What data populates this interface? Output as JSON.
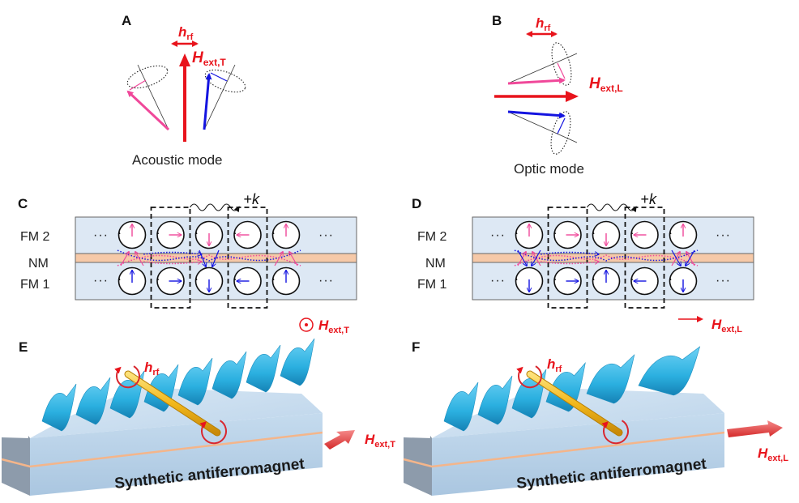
{
  "panels": {
    "A": {
      "label": "A",
      "caption": "Acoustic mode",
      "hrf": {
        "main": "h",
        "sub": "rf"
      },
      "field": {
        "main": "H",
        "sub": "ext,T"
      }
    },
    "B": {
      "label": "B",
      "caption": "Optic mode",
      "hrf": {
        "main": "h",
        "sub": "rf"
      },
      "field": {
        "main": "H",
        "sub": "ext,L"
      }
    },
    "C": {
      "label": "C",
      "layers": {
        "top": "FM 2",
        "middle": "NM",
        "bottom": "FM 1"
      },
      "ellipsis": "···",
      "wavevector": {
        "prefix": "+",
        "symbol": "k"
      },
      "field": {
        "main": "H",
        "sub": "ext,T"
      },
      "field_symbol": "out-of-plane-dot",
      "top_spins": [
        "up",
        "right",
        "down",
        "left",
        "up"
      ],
      "bottom_spins": [
        "up",
        "right",
        "down",
        "left",
        "up"
      ]
    },
    "D": {
      "label": "D",
      "layers": {
        "top": "FM 2",
        "middle": "NM",
        "bottom": "FM 1"
      },
      "ellipsis": "···",
      "wavevector": {
        "prefix": "+",
        "symbol": "k"
      },
      "field": {
        "main": "H",
        "sub": "ext,L"
      },
      "field_symbol": "right-arrow",
      "top_spins": [
        "up",
        "right",
        "down",
        "left",
        "up"
      ],
      "bottom_spins": [
        "down",
        "right",
        "up",
        "left",
        "down"
      ]
    },
    "E": {
      "label": "E",
      "hrf": {
        "main": "h",
        "sub": "rf"
      },
      "field": {
        "main": "H",
        "sub": "ext,T"
      },
      "slab_text": "Synthetic antiferromagnet"
    },
    "F": {
      "label": "F",
      "hrf": {
        "main": "h",
        "sub": "rf"
      },
      "field": {
        "main": "H",
        "sub": "ext,L"
      },
      "slab_text": "Synthetic antiferromagnet"
    }
  },
  "colors": {
    "field_red": "#e8141c",
    "fm2_pink": "#f0489a",
    "fm1_blue": "#1414e0",
    "fm_layer": "#dde8f4",
    "nm_layer": "#f6c9a8",
    "wave_cyan": "#2bb0e0",
    "rod_gold": "#f2b81c",
    "slab_top": "#c7dcef",
    "slab_side": "#7d8c9c"
  }
}
